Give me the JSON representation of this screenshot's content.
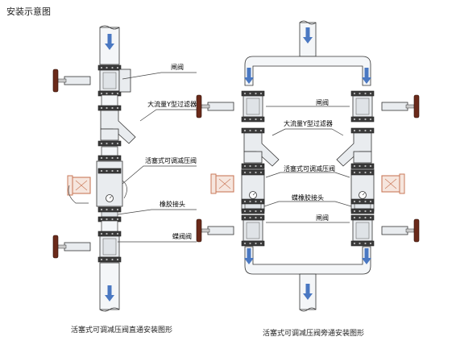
{
  "page": {
    "title": "安装示意图"
  },
  "left_diagram": {
    "caption": "活塞式可调减压阀直通安装图形",
    "labels": {
      "gate_valve_top": "闸阀",
      "y_strainer": "大流量Y型过滤器",
      "pressure_reducing_valve": "活塞式可调减压阀",
      "flex_joint": "橡胶接头",
      "gate_valve_bottom": "蝶阀阀"
    }
  },
  "right_diagram": {
    "caption": "活塞式可调减压阀旁通安装图形",
    "labels": {
      "gate_valve_top": "闸阀",
      "y_strainer": "大流量Y型过滤器",
      "pressure_reducing_valve": "活塞式可调减压阀",
      "flex_joint": "蝶橡胶接头",
      "gate_valve_bottom": "闸阀"
    }
  },
  "colors": {
    "pipe": "#f4f6f8",
    "pipe_stroke": "#333333",
    "flow_arrow": "#4a78c2",
    "flange": "#3a3a3a",
    "valve_body": "#e9ecef",
    "prv_highlight": "#c97a5a",
    "handwheel": "#6b2a1a"
  },
  "icons": [
    "flow-arrow-icon",
    "handwheel-icon",
    "pressure-gauge-icon"
  ]
}
